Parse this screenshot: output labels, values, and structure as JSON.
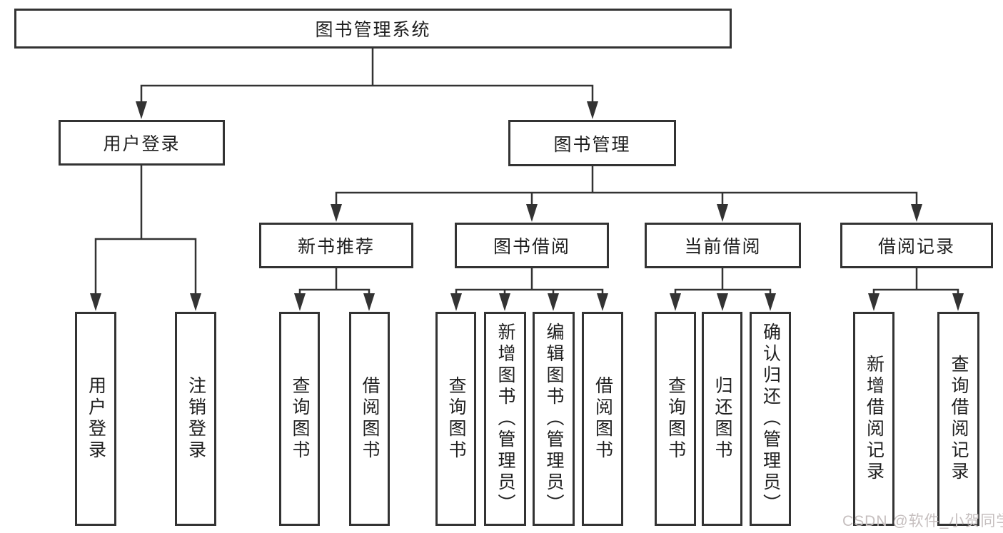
{
  "tree": {
    "root": {
      "label": "图书管理系统"
    },
    "branches": [
      {
        "label": "用户登录",
        "children": [
          {
            "label": "用户登录"
          },
          {
            "label": "注销登录"
          }
        ]
      },
      {
        "label": "图书管理",
        "children": [
          {
            "label": "新书推荐",
            "children": [
              {
                "label": "查询图书"
              },
              {
                "label": "借阅图书"
              }
            ]
          },
          {
            "label": "图书借阅",
            "children": [
              {
                "label": "查询图书"
              },
              {
                "label": "新增图书（管理员）"
              },
              {
                "label": "编辑图书（管理员）"
              },
              {
                "label": "借阅图书"
              }
            ]
          },
          {
            "label": "当前借阅",
            "children": [
              {
                "label": "查询图书"
              },
              {
                "label": "归还图书"
              },
              {
                "label": "确认归还（管理员）"
              }
            ]
          },
          {
            "label": "借阅记录",
            "children": [
              {
                "label": "新增借阅记录"
              },
              {
                "label": "查询借阅记录"
              }
            ]
          }
        ]
      }
    ]
  },
  "watermark": {
    "text": "CSDN @软件_小贺同学"
  },
  "colors": {
    "line": "#333333",
    "text": "#1f1f1f",
    "watermark": "#c6bfbf"
  }
}
